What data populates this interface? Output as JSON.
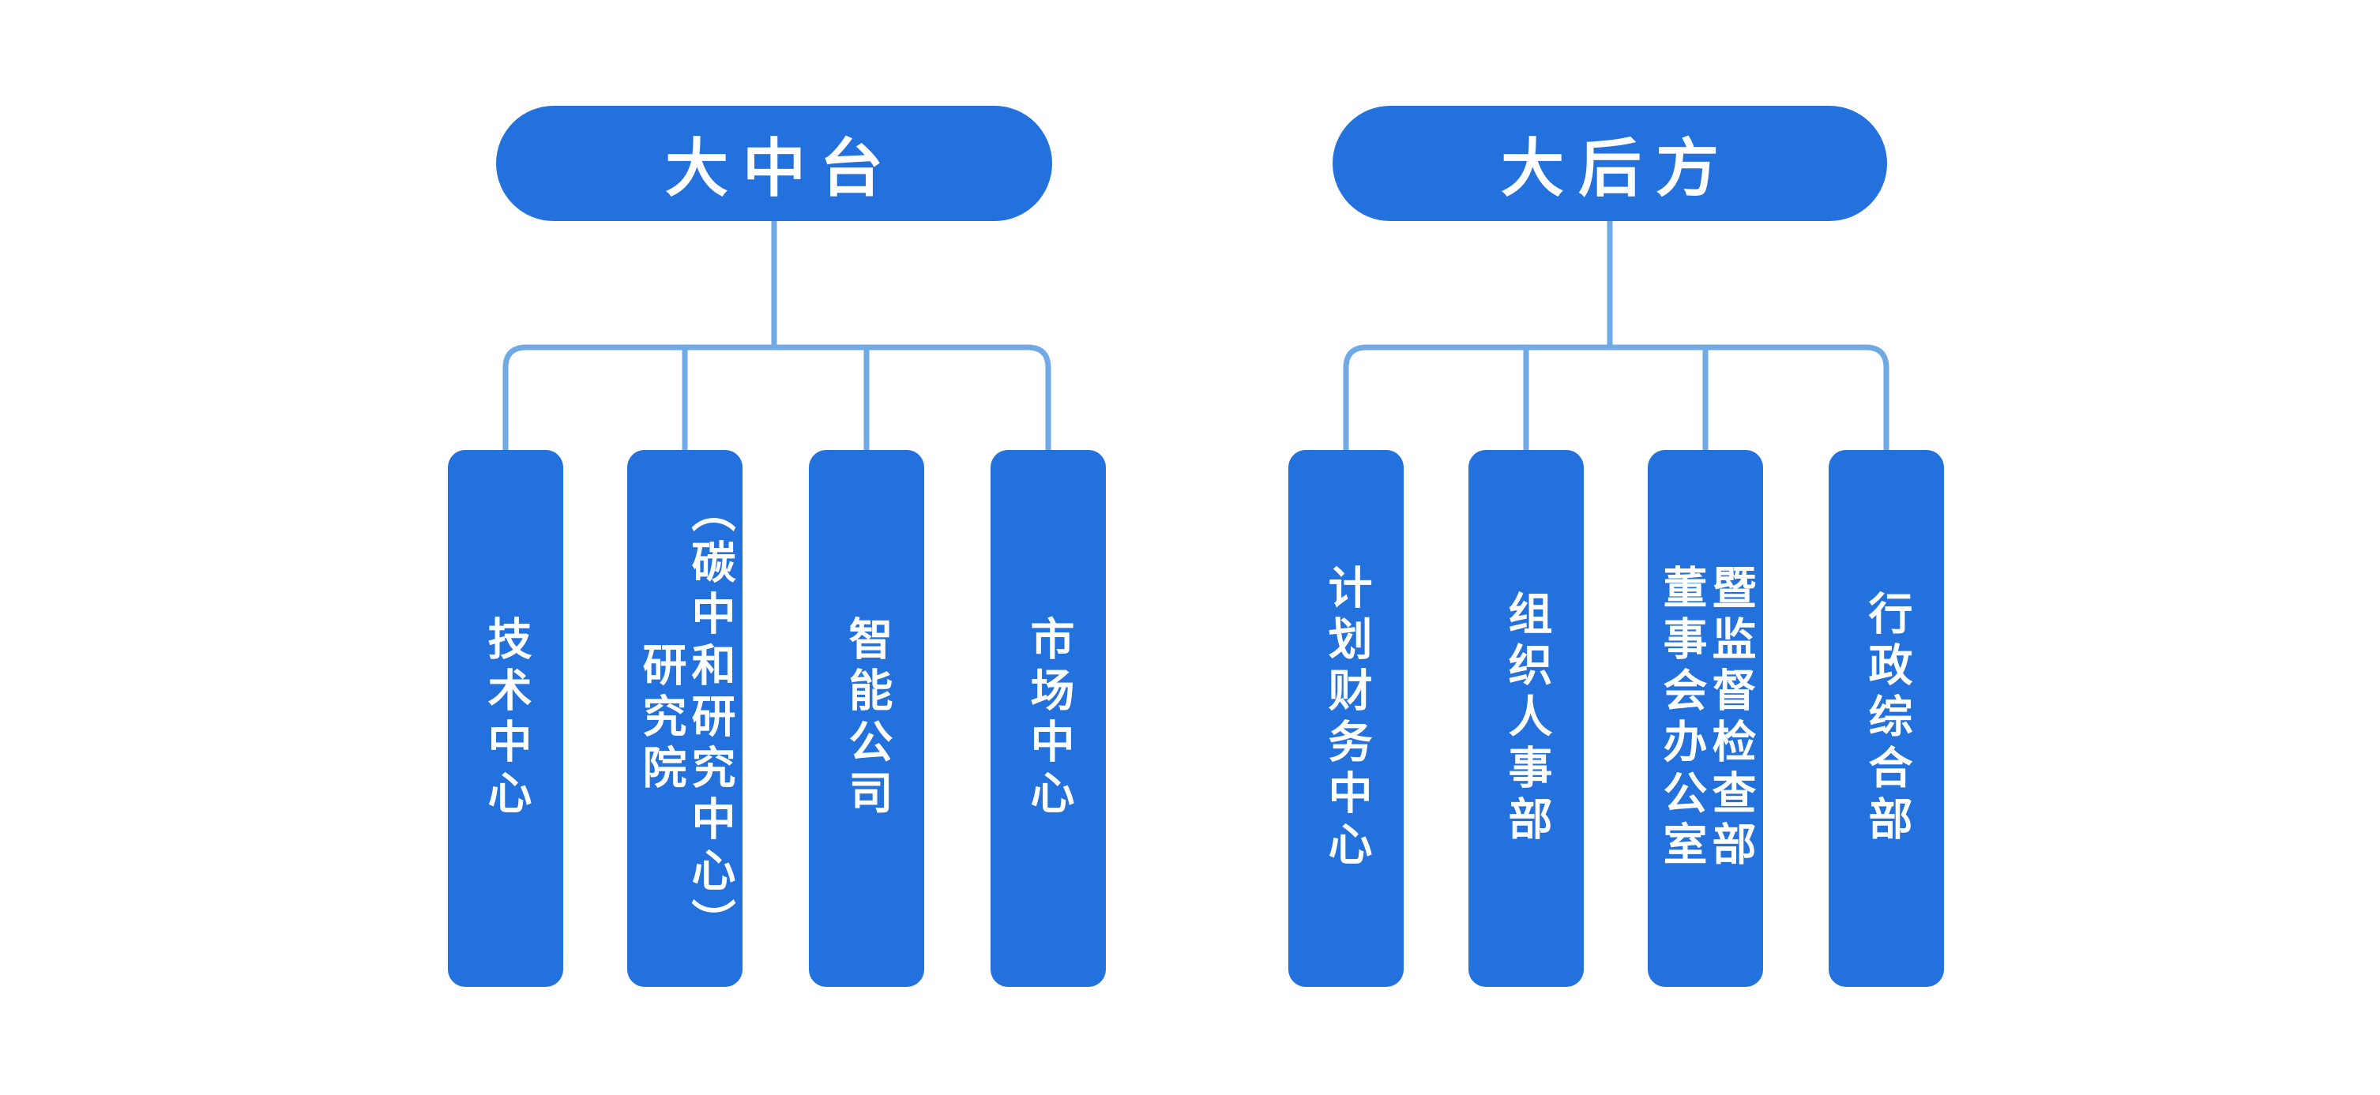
{
  "colors": {
    "node_fill": "#2271DD",
    "connector_line": "#6FA9E6",
    "node_text": "#FFFFFF",
    "background": "#FFFFFF"
  },
  "groups": [
    {
      "root": {
        "label": "大中台"
      },
      "children": [
        {
          "lines": [
            "技术中心"
          ]
        },
        {
          "lines": [
            "研究院",
            "（碳中和研究中心）"
          ]
        },
        {
          "lines": [
            "智能公司"
          ]
        },
        {
          "lines": [
            "市场中心"
          ]
        }
      ]
    },
    {
      "root": {
        "label": "大后方"
      },
      "children": [
        {
          "lines": [
            "计划财务中心"
          ]
        },
        {
          "lines": [
            "组织人事部"
          ]
        },
        {
          "lines": [
            "董事会办公室",
            "暨监督检查部"
          ]
        },
        {
          "lines": [
            "行政综合部"
          ]
        }
      ]
    }
  ]
}
